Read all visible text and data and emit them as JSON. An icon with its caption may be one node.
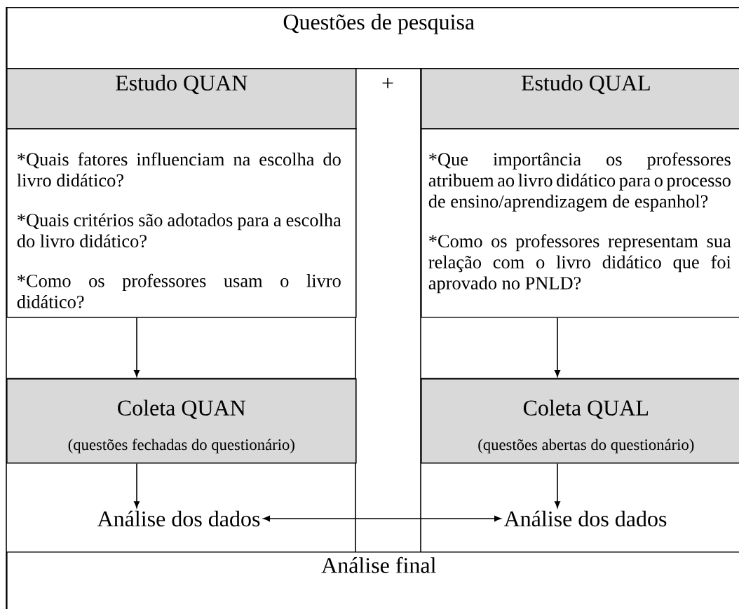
{
  "diagram": {
    "nodes": [
      {
        "text": [
          "Questões de pesquisa"
        ]
      },
      {
        "text": [
          "Estudo QUAN"
        ]
      },
      {
        "text": [
          "*Quais fatores influenciam na escolha do livro didático?",
          "*Quais critérios são adotados para a escolha do livro didático?",
          "*Como os professores usam o livro didático?"
        ]
      },
      {
        "text": [
          "Coleta QUAN",
          "(questões fechadas do questionário)"
        ]
      },
      {
        "text": [
          "Análise dos dados"
        ]
      },
      {
        "text": [
          "Estudo QUAL"
        ]
      },
      {
        "text": [
          "*Que importância os professores atribuem ao livro didático para o processo de ensino/aprendizagem de espanhol?",
          "*Como os professores representam sua relação com o livro didático que foi aprovado no PNLD?"
        ]
      },
      {
        "text": [
          "Coleta QUAL",
          "(questões abertas do questionário)"
        ]
      },
      {
        "text": [
          "Análise dos dados"
        ]
      },
      {
        "text": [
          "Análise final"
        ]
      }
    ],
    "edges": [
      {
        "from": 2,
        "to": 3,
        "arrow": "to"
      },
      {
        "from": 3,
        "to": 4,
        "arrow": "to"
      },
      {
        "from": 6,
        "to": 7,
        "arrow": "to"
      },
      {
        "from": 7,
        "to": 8,
        "arrow": "to"
      },
      {
        "from": 4,
        "to": 8,
        "arrow": "both"
      }
    ],
    "labels": [
      "+"
    ]
  }
}
